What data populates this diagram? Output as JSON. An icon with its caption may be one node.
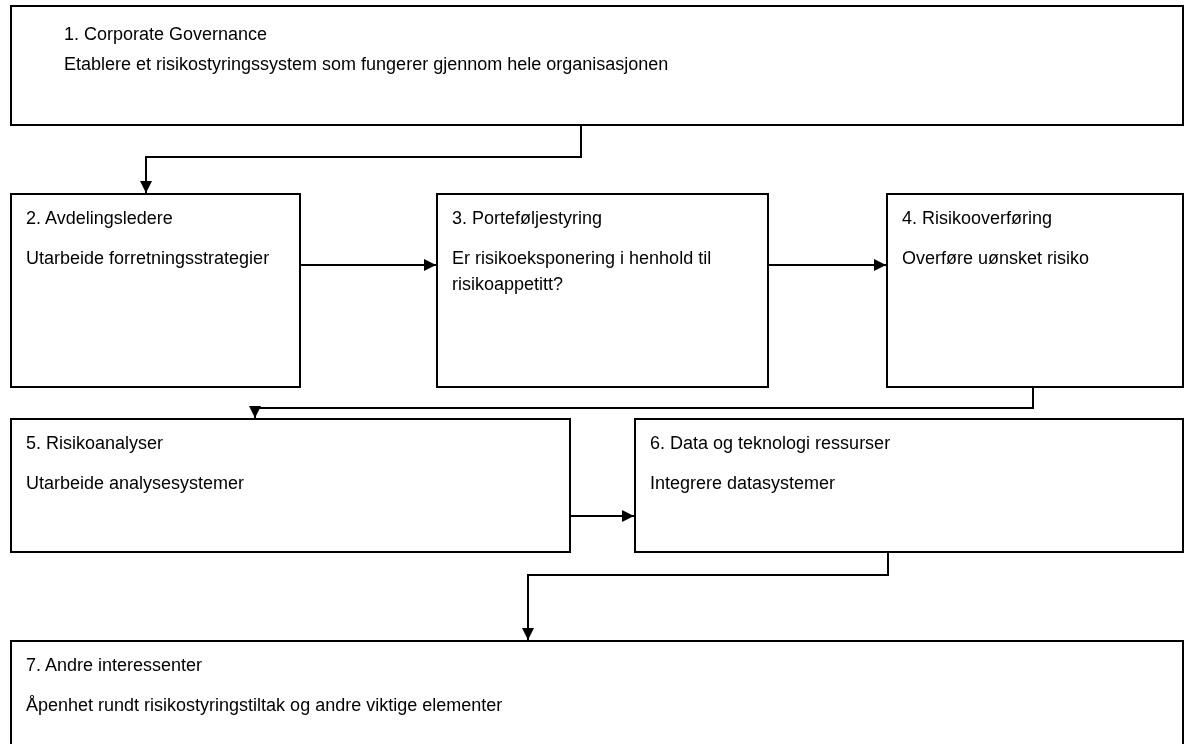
{
  "diagram": {
    "nodes": [
      {
        "text": [
          "1. Corporate Governance",
          "Etablere et risikostyringssystem som fungerer gjennom hele organisasjonen"
        ]
      },
      {
        "text": [
          "2. Avdelingsledere",
          "Utarbeide forretningsstrategier"
        ]
      },
      {
        "text": [
          "3. Porteføljestyring",
          "Er risikoeksponering i henhold til risikoappetitt?"
        ]
      },
      {
        "text": [
          "4. Risikooverføring",
          "Overføre uønsket risiko"
        ]
      },
      {
        "text": [
          "5. Risikoanalyser",
          "Utarbeide analysesystemer"
        ]
      },
      {
        "text": [
          "6. Data og teknologi ressurser",
          "Integrere datasystemer"
        ]
      },
      {
        "text": [
          "7. Andre interessenter",
          "Åpenhet rundt risikostyringstiltak og andre viktige elementer"
        ]
      }
    ],
    "edges": [
      {
        "from": 0,
        "to": 1,
        "arrow": "to"
      },
      {
        "from": 1,
        "to": 2,
        "arrow": "to"
      },
      {
        "from": 2,
        "to": 3,
        "arrow": "to"
      },
      {
        "from": 3,
        "to": 4,
        "arrow": "to"
      },
      {
        "from": 4,
        "to": 5,
        "arrow": "to"
      },
      {
        "from": 5,
        "to": 6,
        "arrow": "to"
      }
    ]
  }
}
